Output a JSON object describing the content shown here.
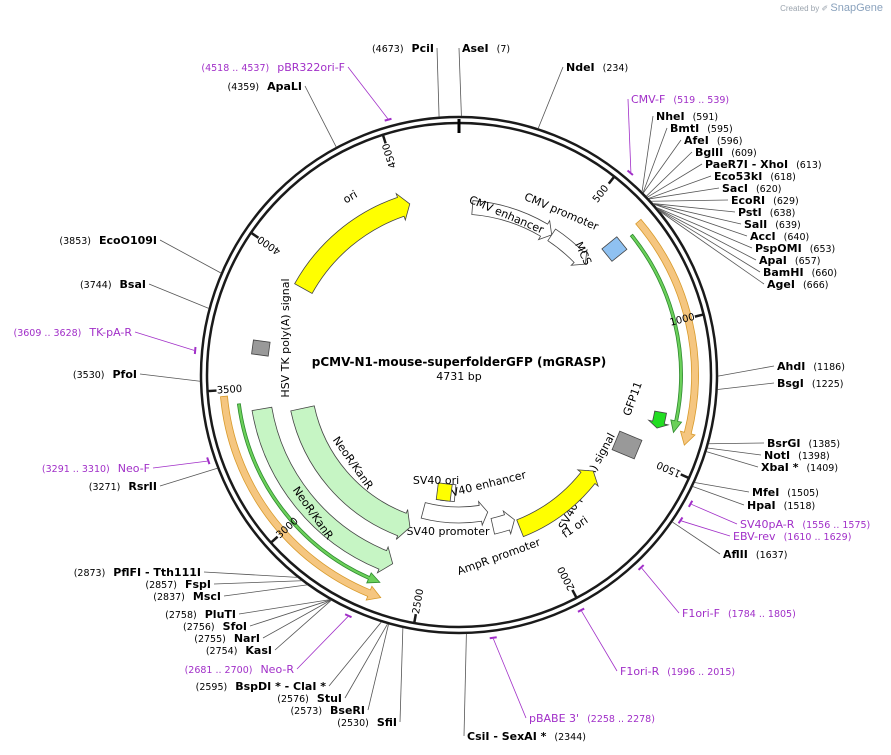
{
  "branding": {
    "prefix": "Created by",
    "name": "SnapGene"
  },
  "plasmid": {
    "name": "pCMV-N1-mouse-superfolderGFP (mGRASP)",
    "length_label": "4731 bp",
    "length": 4731
  },
  "colors": {
    "enzyme": "#000000",
    "primer": "#a12fc8",
    "feature_yellow": "#ffff00",
    "feature_green": "#c6f5c4",
    "feature_blue": "#8fc1f1",
    "feature_white": "#ffffff",
    "arrow_orange": "#f5c680",
    "ruler": "#1a1a1a"
  },
  "ticks": [
    {
      "label": "500",
      "pos": 500
    },
    {
      "label": "1000",
      "pos": 1000
    },
    {
      "label": "1500",
      "pos": 1500
    },
    {
      "label": "2000",
      "pos": 2000
    },
    {
      "label": "2500",
      "pos": 2500
    },
    {
      "label": "3000",
      "pos": 3000
    },
    {
      "label": "3500",
      "pos": 3500
    },
    {
      "label": "4000",
      "pos": 4000
    },
    {
      "label": "4500",
      "pos": 4500
    }
  ],
  "enzymes": [
    {
      "name": "PciI",
      "pos_label": "(4673)",
      "pos": 4673
    },
    {
      "name": "AseI",
      "pos_label": "(7)",
      "pos": 7
    },
    {
      "name": "NdeI",
      "pos_label": "(234)",
      "pos": 234
    },
    {
      "name": "NheI",
      "pos_label": "(591)",
      "pos": 591
    },
    {
      "name": "BmtI",
      "pos_label": "(595)",
      "pos": 595
    },
    {
      "name": "AfeI",
      "pos_label": "(596)",
      "pos": 596
    },
    {
      "name": "BglII",
      "pos_label": "(609)",
      "pos": 609
    },
    {
      "name": "PaeR7I - XhoI",
      "pos_label": "(613)",
      "pos": 613
    },
    {
      "name": "Eco53kI",
      "pos_label": "(618)",
      "pos": 618
    },
    {
      "name": "SacI",
      "pos_label": "(620)",
      "pos": 620
    },
    {
      "name": "EcoRI",
      "pos_label": "(629)",
      "pos": 629
    },
    {
      "name": "PstI",
      "pos_label": "(638)",
      "pos": 638
    },
    {
      "name": "SalI",
      "pos_label": "(639)",
      "pos": 639
    },
    {
      "name": "AccI",
      "pos_label": "(640)",
      "pos": 640
    },
    {
      "name": "PspOMI",
      "pos_label": "(653)",
      "pos": 653
    },
    {
      "name": "ApaI",
      "pos_label": "(657)",
      "pos": 657
    },
    {
      "name": "BamHI",
      "pos_label": "(660)",
      "pos": 660
    },
    {
      "name": "AgeI",
      "pos_label": "(666)",
      "pos": 666
    },
    {
      "name": "AhdI",
      "pos_label": "(1186)",
      "pos": 1186
    },
    {
      "name": "BsgI",
      "pos_label": "(1225)",
      "pos": 1225
    },
    {
      "name": "BsrGI",
      "pos_label": "(1385)",
      "pos": 1385
    },
    {
      "name": "NotI",
      "pos_label": "(1398)",
      "pos": 1398
    },
    {
      "name": "XbaI *",
      "pos_label": "(1409)",
      "pos": 1409
    },
    {
      "name": "MfeI",
      "pos_label": "(1505)",
      "pos": 1505
    },
    {
      "name": "HpaI",
      "pos_label": "(1518)",
      "pos": 1518
    },
    {
      "name": "AflII",
      "pos_label": "(1637)",
      "pos": 1637
    },
    {
      "name": "CsiI - SexAI *",
      "pos_label": "(2344)",
      "pos": 2344
    },
    {
      "name": "SfiI",
      "pos_label": "(2530)",
      "pos": 2530
    },
    {
      "name": "BseRI",
      "pos_label": "(2573)",
      "pos": 2573
    },
    {
      "name": "StuI",
      "pos_label": "(2576)",
      "pos": 2576
    },
    {
      "name": "BspDI * - ClaI *",
      "pos_label": "(2595)",
      "pos": 2595
    },
    {
      "name": "KasI",
      "pos_label": "(2754)",
      "pos": 2754
    },
    {
      "name": "NarI",
      "pos_label": "(2755)",
      "pos": 2755
    },
    {
      "name": "SfoI",
      "pos_label": "(2756)",
      "pos": 2756
    },
    {
      "name": "PluTI",
      "pos_label": "(2758)",
      "pos": 2758
    },
    {
      "name": "MscI",
      "pos_label": "(2837)",
      "pos": 2837
    },
    {
      "name": "FspI",
      "pos_label": "(2857)",
      "pos": 2857
    },
    {
      "name": "PflFI - Tth111I",
      "pos_label": "(2873)",
      "pos": 2873
    },
    {
      "name": "RsrII",
      "pos_label": "(3271)",
      "pos": 3271
    },
    {
      "name": "PfoI",
      "pos_label": "(3530)",
      "pos": 3530
    },
    {
      "name": "BsaI",
      "pos_label": "(3744)",
      "pos": 3744
    },
    {
      "name": "EcoO109I",
      "pos_label": "(3853)",
      "pos": 3853
    },
    {
      "name": "ApaLI",
      "pos_label": "(4359)",
      "pos": 4359
    }
  ],
  "primers": [
    {
      "name": "CMV-F",
      "range": "(519 .. 539)",
      "pos": 529
    },
    {
      "name": "SV40pA-R",
      "range": "(1556 .. 1575)",
      "pos": 1565
    },
    {
      "name": "EBV-rev",
      "range": "(1610 .. 1629)",
      "pos": 1620
    },
    {
      "name": "F1ori-F",
      "range": "(1784 .. 1805)",
      "pos": 1795
    },
    {
      "name": "F1ori-R",
      "range": "(1996 .. 2015)",
      "pos": 2005
    },
    {
      "name": "pBABE 3'",
      "range": "(2258 .. 2278)",
      "pos": 2268
    },
    {
      "name": "Neo-R",
      "range": "(2681 .. 2700)",
      "pos": 2690
    },
    {
      "name": "Neo-F",
      "range": "(3291 .. 3310)",
      "pos": 3300
    },
    {
      "name": "TK-pA-R",
      "range": "(3609 .. 3628)",
      "pos": 3618
    },
    {
      "name": "pBR322ori-F",
      "range": "(4518 .. 4537)",
      "pos": 4527
    }
  ],
  "features": [
    {
      "name": "CMV enhancer",
      "start": 60,
      "end": 440,
      "dir": 1,
      "color": "#ffffff"
    },
    {
      "name": "CMV promoter",
      "start": 440,
      "end": 640,
      "dir": 1,
      "color": "#ffffff"
    },
    {
      "name": "MCS",
      "start": 640,
      "end": 700,
      "dir": 0,
      "color": "#8fc1f1"
    },
    {
      "name": "GFP11",
      "start": 1320,
      "end": 1380,
      "dir": 1,
      "color": "#22dd22"
    },
    {
      "name": "SV40 poly(A) signal",
      "start": 1430,
      "end": 1530,
      "dir": 0,
      "color": "#999999"
    },
    {
      "name": "f1 ori",
      "start": 1650,
      "end": 2080,
      "dir": -1,
      "color": "#ffff00"
    },
    {
      "name": "AmpR promoter",
      "start": 2090,
      "end": 2200,
      "dir": -1,
      "color": "#ffffff"
    },
    {
      "name": "SV40 promoter",
      "start": 2210,
      "end": 2560,
      "dir": -1,
      "color": "#ffffff"
    },
    {
      "name": "SV40 enhancer",
      "start": 2350,
      "end": 2520,
      "dir": 0,
      "color": "#ffffff"
    },
    {
      "name": "SV40 ori",
      "start": 2420,
      "end": 2500,
      "dir": 0,
      "color": "#ffff00"
    },
    {
      "name": "NeoR/KanR",
      "start": 2600,
      "end": 3390,
      "dir": -1,
      "color": "#c6f5c4"
    },
    {
      "name": "HSV TK poly(A) signal",
      "start": 3620,
      "end": 3680,
      "dir": 0,
      "color": "#999999"
    },
    {
      "name": "ori",
      "start": 3930,
      "end": 4520,
      "dir": 1,
      "color": "#ffff00"
    }
  ],
  "orfs": [
    {
      "name": "GFP11 ORF",
      "start": 650,
      "end": 1410,
      "dir": 1
    },
    {
      "name": "NeoR/KanR ORF",
      "start": 2620,
      "end": 3480,
      "dir": -1
    }
  ]
}
